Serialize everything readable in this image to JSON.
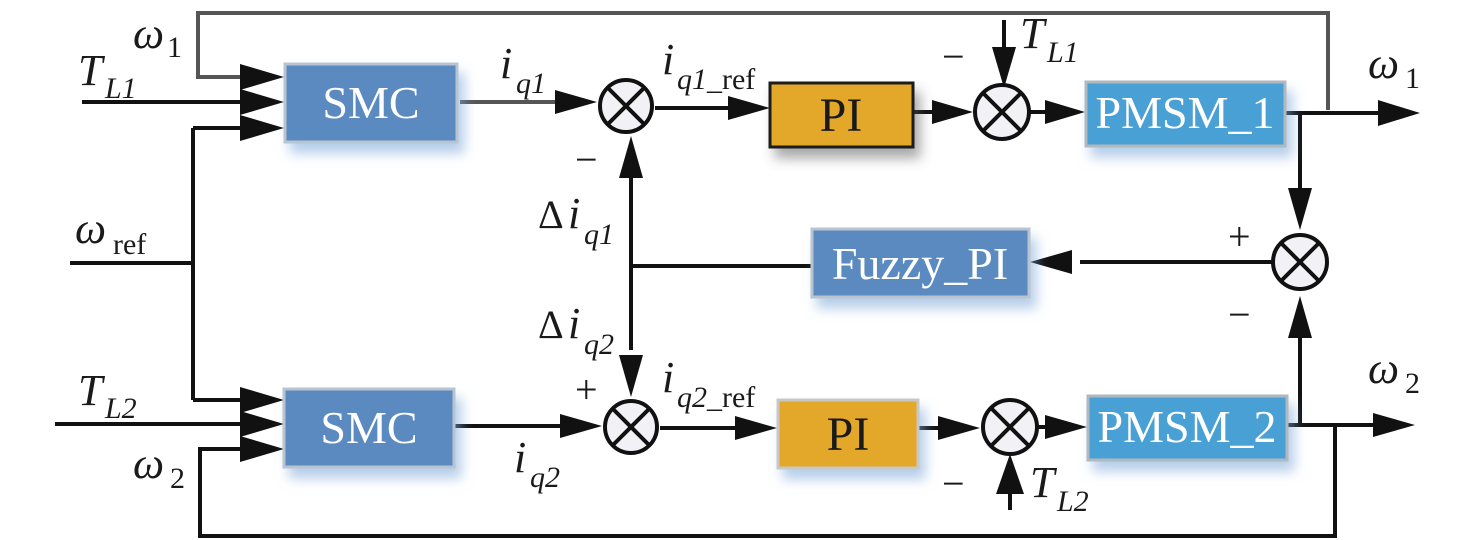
{
  "diagram": {
    "title": "Dual PMSM speed synchronization control block diagram",
    "colors": {
      "smc_block": "#5a8ac0",
      "pmsm_block": "#4aa0d4",
      "fuzzy_block": "#5a8ac0",
      "pi_block": "#e3a82a",
      "wire": "#111111",
      "sum_fill": "#f2f2f6"
    },
    "blocks": {
      "smc_1": "SMC",
      "smc_2": "SMC",
      "pi_1": "PI",
      "pi_2": "PI",
      "pmsm_1": "PMSM_1",
      "pmsm_2": "PMSM_2",
      "fuzzy_pi": "Fuzzy_PI"
    },
    "signals": {
      "omega1_feedback": {
        "main": "ω",
        "sub": "1"
      },
      "tl1_input": {
        "main": "T",
        "sub": "L1"
      },
      "omega_ref": {
        "main": "ω",
        "sub": "ref"
      },
      "tl2_input": {
        "main": "T",
        "sub": "L2"
      },
      "omega2_feedback": {
        "main": "ω",
        "sub": "2"
      },
      "iq1": {
        "main": "i",
        "sub": "q1"
      },
      "iq1_ref": {
        "main": "i",
        "sub": "q1",
        "sub2": "_ref"
      },
      "iq2": {
        "main": "i",
        "sub": "q2"
      },
      "iq2_ref": {
        "main": "i",
        "sub": "q2",
        "sub2": "_ref"
      },
      "delta_iq1": {
        "delta": "Δ",
        "main": "i",
        "sub": "q1"
      },
      "delta_iq2": {
        "delta": "Δ",
        "main": "i",
        "sub": "q2"
      },
      "tl1_disturbance": {
        "main": "T",
        "sub": "L1"
      },
      "tl2_disturbance": {
        "main": "T",
        "sub": "L2"
      },
      "omega1_output": {
        "main": "ω",
        "sub": "1"
      },
      "omega2_output": {
        "main": "ω",
        "sub": "2"
      }
    },
    "signs": {
      "sum1_bottom": "−",
      "sum2_top": "+",
      "sum3_top": "−",
      "sum4_bottom": "−",
      "sum_diff_plus": "+",
      "sum_diff_minus": "−"
    }
  }
}
